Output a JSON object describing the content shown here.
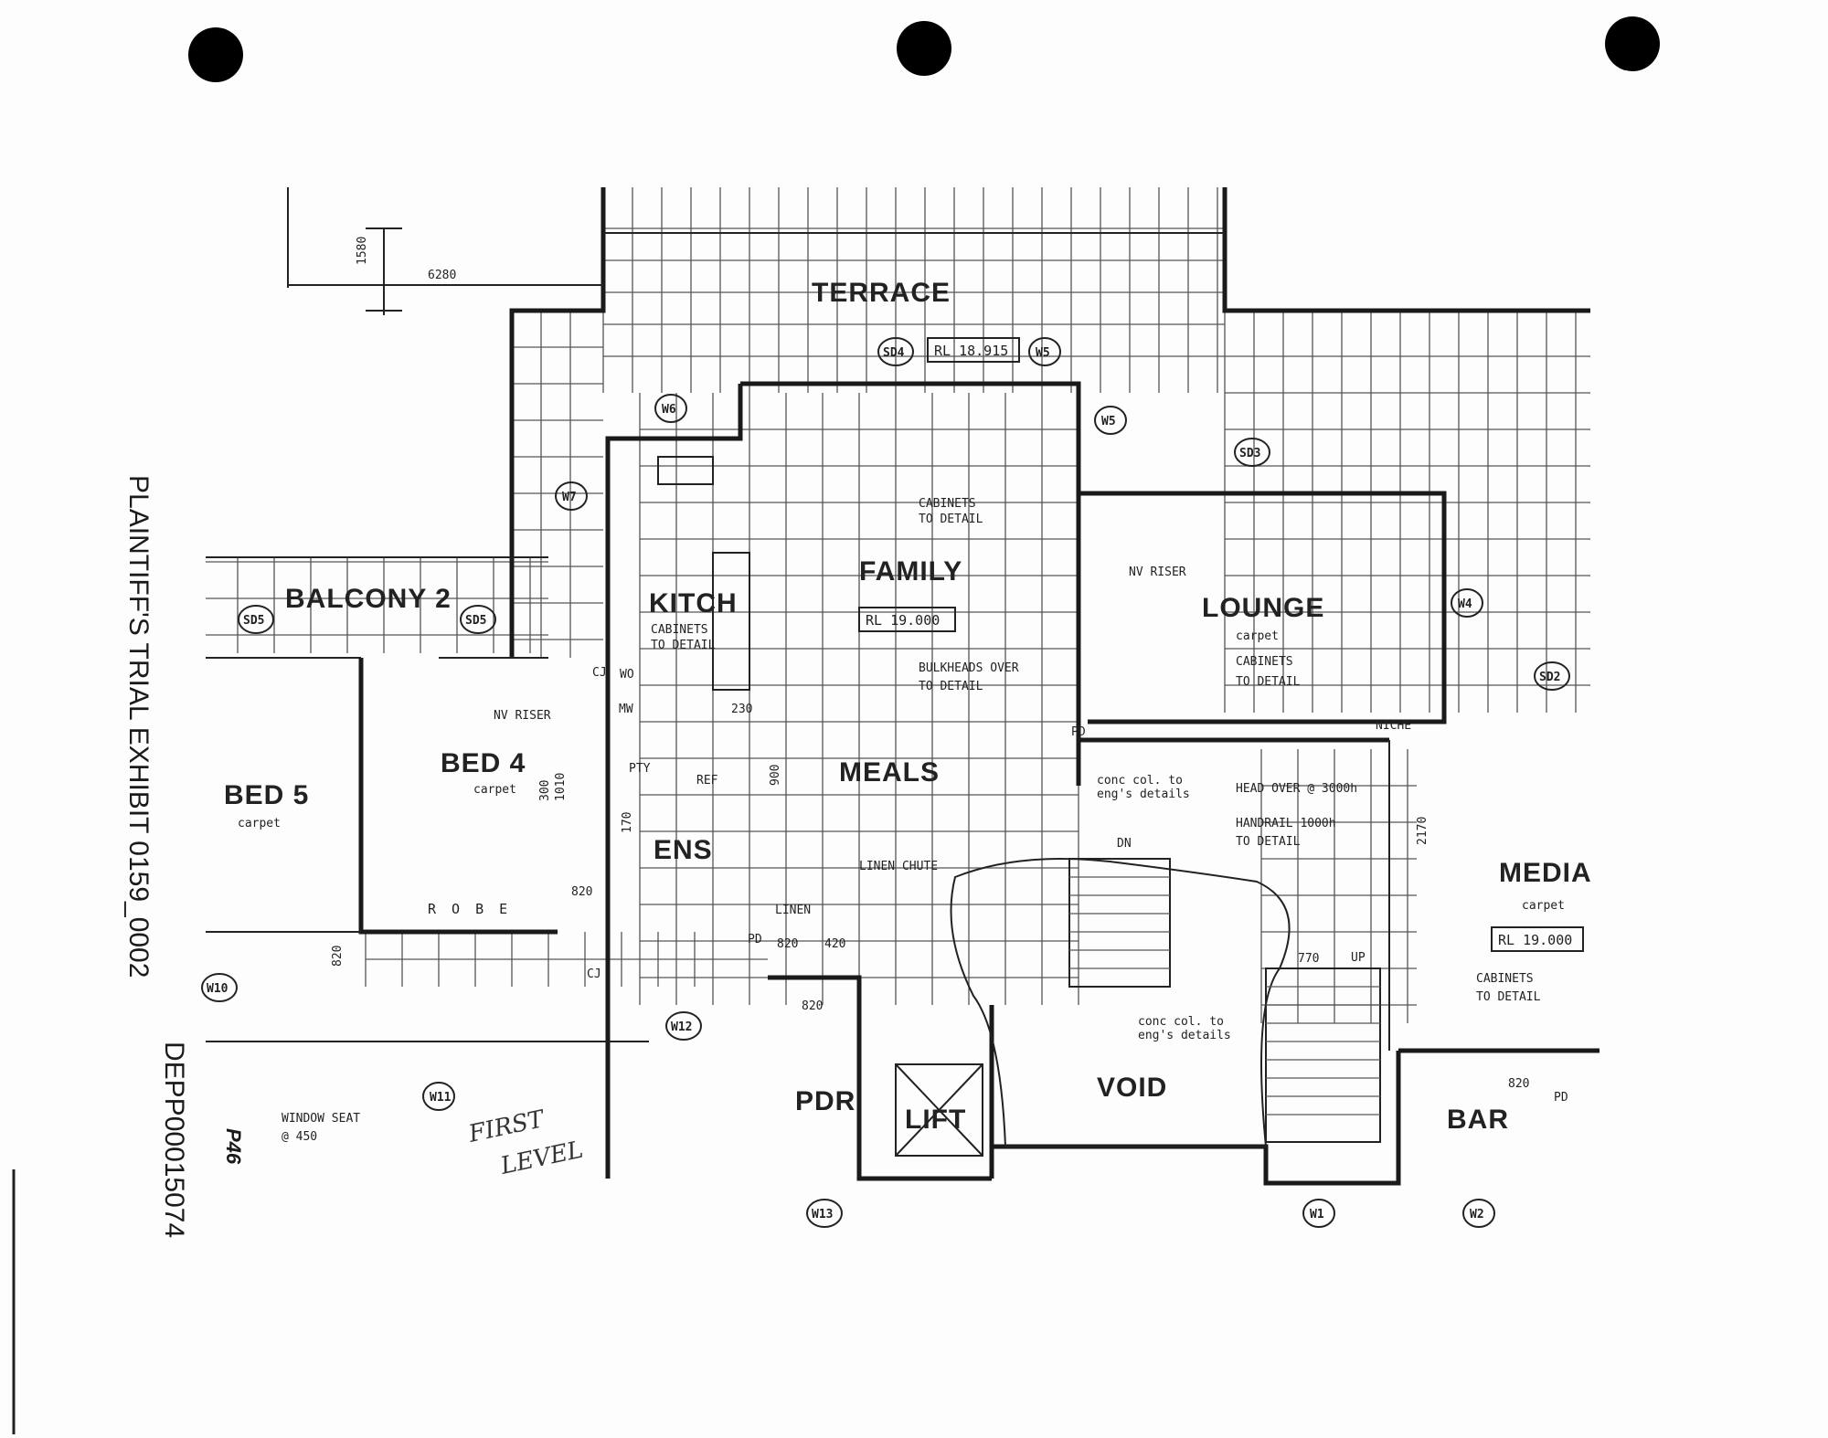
{
  "document": {
    "exhibit_label": "PLAINTIFF'S TRIAL EXHIBIT 0159_0002",
    "bates_number": "DEPP00015074",
    "page_ref": "P46",
    "handwritten_note": [
      "FIRST",
      "LEVEL"
    ]
  },
  "rooms": {
    "terrace": "TERRACE",
    "balcony": "BALCONY 2",
    "kitchen": "KITCH",
    "family": "FAMILY",
    "lounge": "LOUNGE",
    "lounge_floor": "carpet",
    "bed4": "BED 4",
    "bed4_floor": "carpet",
    "bed5": "BED 5",
    "bed5_floor": "carpet",
    "meals": "MEALS",
    "media": "MEDIA",
    "media_floor": "carpet",
    "ensuite": "ENS",
    "powder": "PDR",
    "lift": "LIFT",
    "void": "VOID",
    "bar": "BAR",
    "robe": "R O B E",
    "linen": "LINEN",
    "pantry": "PTY",
    "fridge": "REF",
    "wall_oven": "WO",
    "microwave": "MW",
    "niche": "NICHE"
  },
  "levels": {
    "terrace_rl": "RL 18.915",
    "family_rl": "RL 19.000",
    "media_rl": "RL 19.000"
  },
  "notes": {
    "cabinets_kitchen": [
      "CABINETS",
      "TO DETAIL"
    ],
    "cabinets_family": [
      "CABINETS",
      "TO DETAIL"
    ],
    "cabinets_lounge": [
      "CABINETS",
      "TO DETAIL"
    ],
    "cabinets_media": [
      "CABINETS",
      "TO DETAIL"
    ],
    "bulkheads": [
      "BULKHEADS OVER",
      "TO DETAIL"
    ],
    "nv_riser_lounge": "NV RISER",
    "nv_riser_bed4": "NV RISER",
    "conc_col_upper": [
      "conc col. to",
      "eng's details"
    ],
    "conc_col_lower": [
      "conc col. to",
      "eng's details"
    ],
    "head_over": "HEAD OVER @ 3000h",
    "handrail": [
      "HANDRAIL 1000h",
      "TO DETAIL"
    ],
    "linen_chute": "LINEN CHUTE",
    "window_seat": [
      "WINDOW SEAT",
      "@ 450"
    ],
    "down": "DN",
    "up": "UP",
    "cj_1": "CJ",
    "cj_2": "CJ",
    "pd_1": "PD",
    "pd_2": "PD",
    "pd_3": "PD"
  },
  "dimensions": {
    "d1580": "1580",
    "d6280": "6280",
    "d230": "230",
    "d900": "900",
    "d300": "300",
    "d1010": "1010",
    "d170": "170",
    "d820_ens": "820",
    "d820_bed": "820",
    "d820_pd": "820",
    "d420": "420",
    "d820_pdr": "820",
    "d2170": "2170",
    "d820_bar": "820",
    "d770": "770"
  },
  "tags": {
    "sd4": "SD4",
    "w5a": "W5",
    "w5b": "W5",
    "w6": "W6",
    "w7": "W7",
    "sd3": "SD3",
    "w4": "W4",
    "sd2": "SD2",
    "sd5a": "SD5",
    "sd5b": "SD5",
    "w10": "W10",
    "w12": "W12",
    "w11": "W11",
    "w13": "W13",
    "w1": "W1",
    "w2": "W2"
  }
}
